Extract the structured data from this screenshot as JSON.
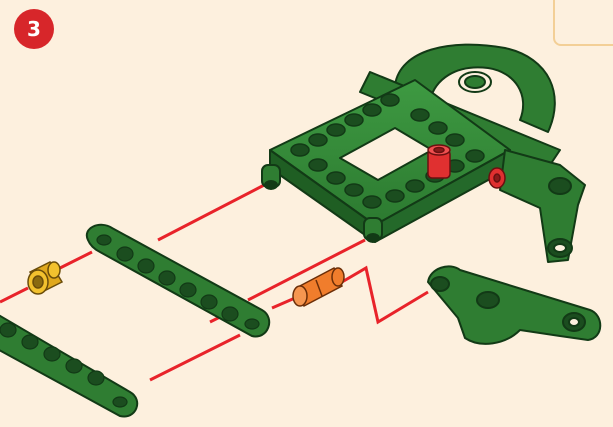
{
  "step": {
    "number": "3"
  },
  "colors": {
    "background": "#fdf0de",
    "badge": "#d7262a",
    "green_part": "#2f7d32",
    "green_dark": "#1b4d1f",
    "guide_line": "#e8232a",
    "yellow_pin": "#f2c12e",
    "orange_pin": "#f07d2c",
    "red_pin": "#e03030",
    "box_border": "#f3cf96"
  },
  "parts": [
    {
      "name": "frame-assembly",
      "color": "green"
    },
    {
      "name": "beam-upper",
      "color": "green"
    },
    {
      "name": "beam-lower",
      "color": "green"
    },
    {
      "name": "yellow-bushing",
      "color": "yellow"
    },
    {
      "name": "orange-pin",
      "color": "orange"
    },
    {
      "name": "angled-connector",
      "color": "green"
    },
    {
      "name": "red-pin",
      "color": "red"
    }
  ]
}
